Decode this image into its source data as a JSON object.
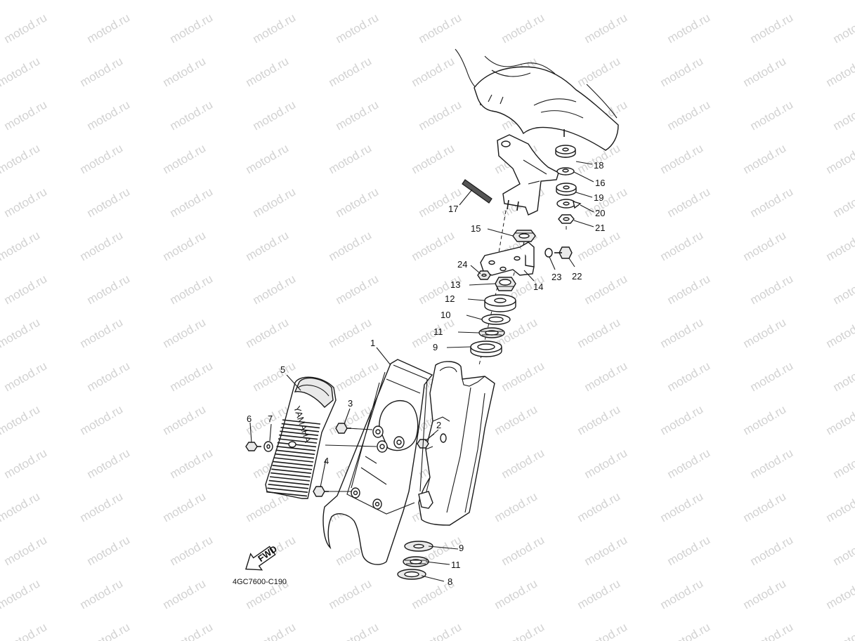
{
  "watermark": {
    "text": "motod.ru"
  },
  "diagram": {
    "code": "4GC7600-C190",
    "fwd_label": "FWD",
    "brand_label": "YAMAHA",
    "callouts": {
      "c1": "1",
      "c2": "2",
      "c3": "3",
      "c4": "4",
      "c5": "5",
      "c6": "6",
      "c7": "7",
      "c8": "8",
      "c9a": "9",
      "c9b": "9",
      "c10": "10",
      "c11a": "11",
      "c11b": "11",
      "c12": "12",
      "c13": "13",
      "c14": "14",
      "c15": "15",
      "c16": "16",
      "c17": "17",
      "c18": "18",
      "c19": "19",
      "c20": "20",
      "c21": "21",
      "c22": "22",
      "c23": "23",
      "c24": "24"
    }
  }
}
